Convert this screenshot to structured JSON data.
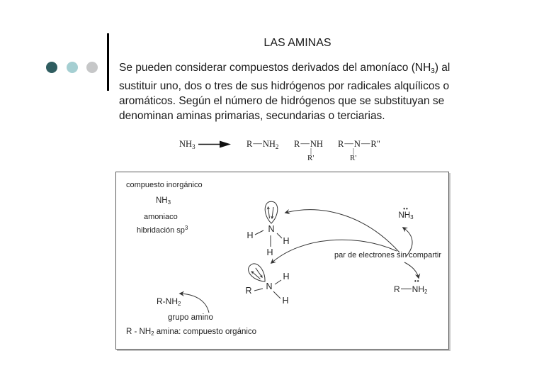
{
  "slide": {
    "title": "LAS AMINAS",
    "dot_colors": [
      "#2F5D60",
      "#A5CFD2",
      "#C6C7C8"
    ],
    "paragraph": {
      "l1_pre": "Se pueden considerar compuestos derivados del amoníaco (NH",
      "l1_sub": "3",
      "l1_post": ") al",
      "l2": "sustituir uno, dos o tres de sus hidrógenos por radicales alquílicos o",
      "l3": "aromáticos. Según el número de hidrógenos que se substituyan se",
      "l4": "denominan aminas primarias, secundarias o terciarias."
    }
  },
  "formulas": {
    "dash": "—",
    "ammonia_base": "NH",
    "ammonia_sub": "3",
    "primary_r": "R",
    "primary_base": "NH",
    "primary_sub": "2",
    "secondary_r": "R",
    "secondary_base": "NH",
    "secondary_bar": "|",
    "secondary_below": "R'",
    "tertiary_r": "R",
    "tertiary_n": "N",
    "tertiary_r2": "R\"",
    "tertiary_bar": "|",
    "tertiary_below": "R'"
  },
  "diagram": {
    "label_inorganic": "compuesto inorgánico",
    "label_nh3_base": "NH",
    "label_nh3_sub": "3",
    "label_amoniaco": "amoniaco",
    "label_hybrid_pre": "hibridación sp",
    "label_hybrid_sup": "3",
    "label_lone_pair": "par de electrones sin compartir",
    "label_amino_pre": "R-NH",
    "label_amino_sub": "2",
    "label_grupo": "grupo amino",
    "label_bottom_pre": "R - NH",
    "label_bottom_sub": "2",
    "label_bottom_post": " amina: compuesto orgánico",
    "nh3_dots": "••",
    "nh3_base": "NH",
    "nh3_sub": "3",
    "rnh2_dots": "••",
    "rnh2_r": "R",
    "rnh2_base": "NH",
    "rnh2_sub": "2",
    "atom_n": "N",
    "atom_h": "H",
    "atom_r": "R"
  }
}
